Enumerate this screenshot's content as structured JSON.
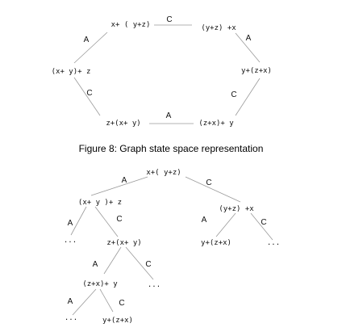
{
  "figure1": {
    "nodes": [
      "x+ ( y+z)",
      "(y+z) +x",
      "y+(z+x)",
      "(z+x)+ y",
      "z+(x+ y)",
      "(x+ y)+ z"
    ],
    "edge_labels": [
      "C",
      "A",
      "C",
      "A",
      "C",
      "A"
    ]
  },
  "caption": "Figure 8: Graph state space representation",
  "figure2": {
    "nodes": [
      "x+( y+z)",
      "(x+ y )+ z",
      "(y+z) +x",
      "z+(x+ y)",
      "y+(z+x)",
      "(z+x)+ y",
      "y+(z+x)"
    ],
    "edge_labels": [
      "A",
      "C",
      "A",
      "C",
      "A",
      "C",
      "A",
      "C",
      "A",
      "C"
    ],
    "ellipsis": "..."
  }
}
